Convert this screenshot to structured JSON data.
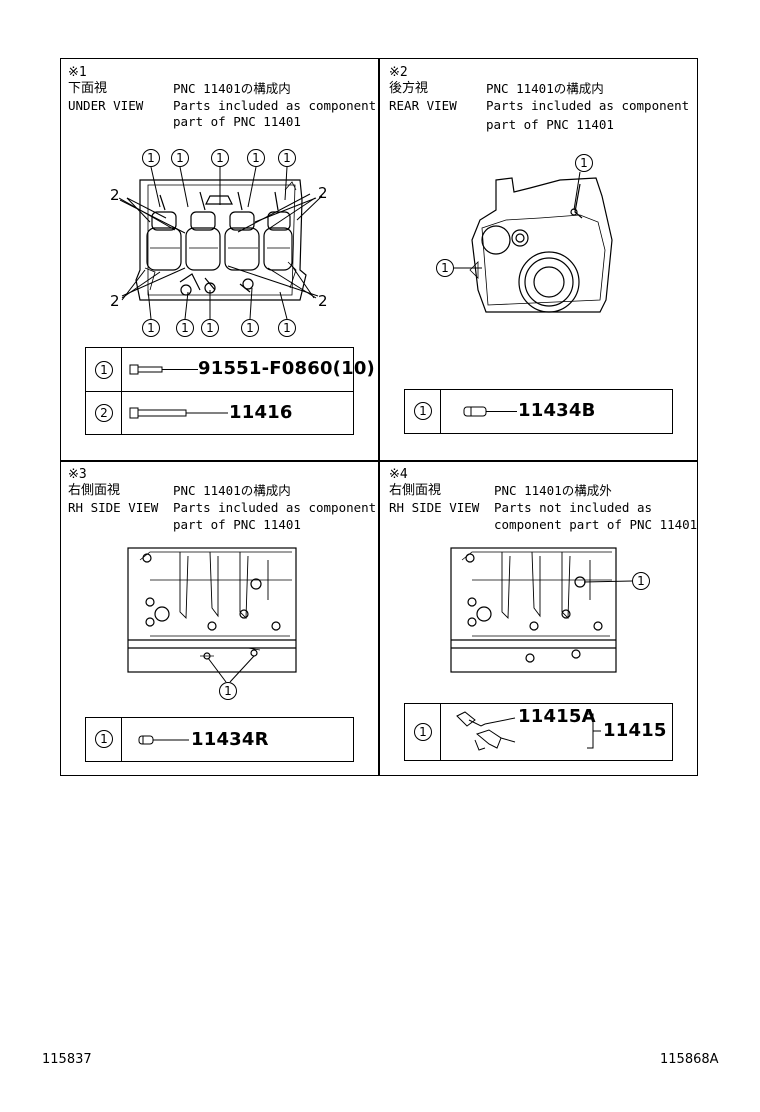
{
  "panels": {
    "p1": {
      "mark": "※1",
      "view_jp": "下面視",
      "view_en": "UNDER VIEW",
      "pnc_jp": "PNC 11401の構成内",
      "desc_line1": "Parts included as component",
      "desc_line2": "part of PNC 11401",
      "legend": [
        {
          "callout": "1",
          "part": "91551-F0860(10)"
        },
        {
          "callout": "2",
          "part": "11416"
        }
      ]
    },
    "p2": {
      "mark": "※2",
      "view_jp": "後方視",
      "view_en": "REAR VIEW",
      "pnc_jp": "PNC 11401の構成内",
      "desc_line1": "Parts included as component",
      "desc_line2": "part of PNC 11401",
      "legend": [
        {
          "callout": "1",
          "part": "11434B"
        }
      ]
    },
    "p3": {
      "mark": "※3",
      "view_jp": "右側面視",
      "view_en": "RH SIDE VIEW",
      "pnc_jp": "PNC 11401の構成内",
      "desc_line1": "Parts included as component",
      "desc_line2": "part of PNC 11401",
      "legend": [
        {
          "callout": "1",
          "part": "11434R"
        }
      ]
    },
    "p4": {
      "mark": "※4",
      "view_jp": "右側面視",
      "view_en": "RH SIDE VIEW",
      "pnc_jp": "PNC 11401の構成外",
      "desc_line1": "Parts not included as",
      "desc_line2": "component part of PNC 11401",
      "legend": [
        {
          "callout": "1",
          "part": "11415A",
          "assembly": "11415"
        }
      ]
    }
  },
  "footer": {
    "left_code": "115837",
    "right_code": "115868A"
  },
  "callout_labels": {
    "one": "1",
    "two": "2"
  }
}
